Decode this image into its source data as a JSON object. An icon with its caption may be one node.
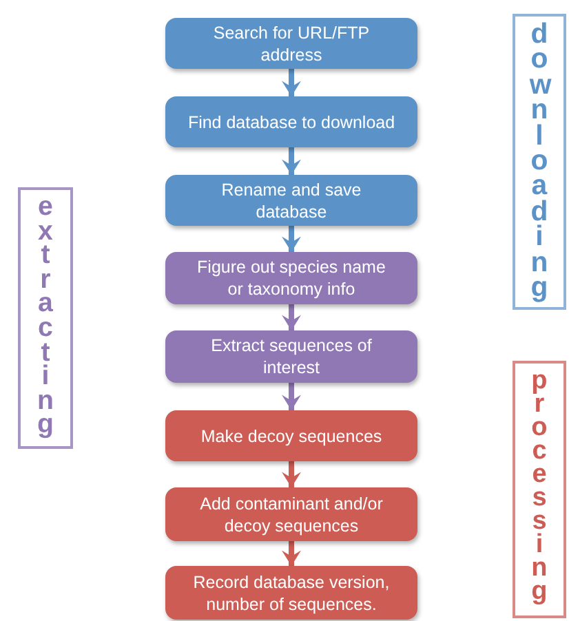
{
  "diagram": {
    "nodes": [
      {
        "text": [
          "Search for URL/FTP address"
        ]
      },
      {
        "text": [
          "Find database to download"
        ]
      },
      {
        "text": [
          "Rename and save database"
        ]
      },
      {
        "text": [
          "Figure out species name or taxonomy info"
        ]
      },
      {
        "text": [
          "Extract sequences of interest"
        ]
      },
      {
        "text": [
          "Make decoy sequences"
        ]
      },
      {
        "text": [
          "Add contaminant and/or decoy sequences"
        ]
      },
      {
        "text": [
          "Record database version, number of sequences."
        ]
      },
      {
        "text": [
          "downloading"
        ]
      },
      {
        "text": [
          "extracting"
        ]
      },
      {
        "text": [
          "processing"
        ]
      }
    ],
    "edges": [
      {
        "from": 0,
        "to": 1,
        "arrow": "to"
      },
      {
        "from": 1,
        "to": 2,
        "arrow": "to"
      },
      {
        "from": 2,
        "to": 3,
        "arrow": "to"
      },
      {
        "from": 3,
        "to": 4,
        "arrow": "to",
        "color": "#8f78b4"
      },
      {
        "from": 4,
        "to": 5,
        "arrow": "to",
        "color": "#8f78b4"
      },
      {
        "from": 5,
        "to": 6,
        "arrow": "to",
        "color": "#cd5c54"
      },
      {
        "from": 6,
        "to": 7,
        "arrow": "to",
        "color": "#cd5c54"
      }
    ]
  }
}
